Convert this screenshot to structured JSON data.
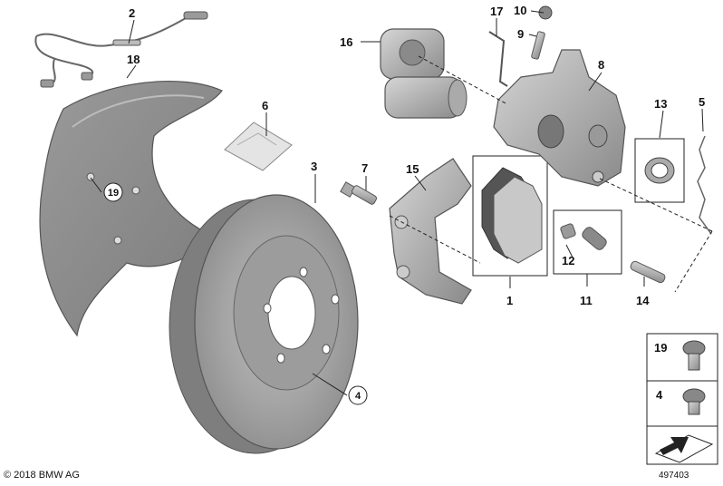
{
  "callouts": {
    "c2": "2",
    "c18": "18",
    "c6": "6",
    "c3": "3",
    "c7": "7",
    "c15": "15",
    "c17": "17",
    "c10": "10",
    "c9": "9",
    "c16": "16",
    "c8": "8",
    "c13": "13",
    "c5": "5",
    "c1": "1",
    "c12": "12",
    "c11": "11",
    "c14": "14",
    "c19_box": "19",
    "c4_box": "4",
    "c19_circle": "19",
    "c4_circle": "4"
  },
  "footer": {
    "copyright": "© 2018 BMW AG",
    "doc_number": "497403"
  }
}
